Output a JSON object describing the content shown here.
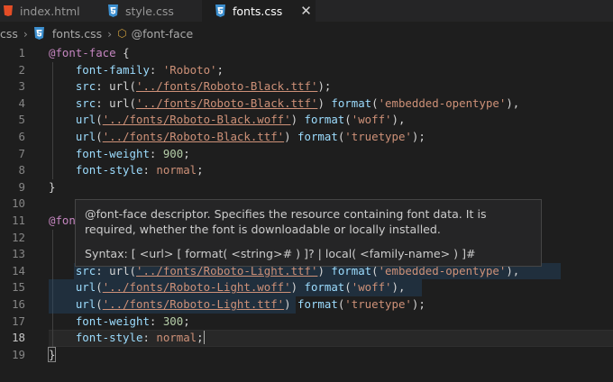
{
  "tabs": [
    {
      "label": "index.html",
      "active": false,
      "icon": "html5-icon"
    },
    {
      "label": "style.css",
      "active": false,
      "icon": "css3-icon"
    },
    {
      "label": "fonts.css",
      "active": true,
      "icon": "css3-icon"
    }
  ],
  "breadcrumb": {
    "folder": "css",
    "file": "fonts.css",
    "symbol": "@font-face"
  },
  "line_numbers": [
    "1",
    "2",
    "3",
    "4",
    "5",
    "6",
    "7",
    "8",
    "9",
    "10",
    "11",
    "12",
    "13",
    "14",
    "15",
    "16",
    "17",
    "18",
    "19"
  ],
  "current_line": "18",
  "code_lines": [
    [
      "@font-face",
      " {"
    ],
    [
      "font-family",
      ": ",
      "'Roboto'",
      ";"
    ],
    [
      "src",
      ": ",
      "url",
      "(",
      "'../fonts/Roboto-Black.ttf'",
      ");"
    ],
    [
      "src",
      ": ",
      "url",
      "(",
      "'../fonts/Roboto-Black.ttf'",
      ") ",
      "format",
      "(",
      "'embedded-opentype'",
      "),"
    ],
    [
      "url",
      "(",
      "'../fonts/Roboto-Black.woff'",
      ") ",
      "format",
      "(",
      "'woff'",
      "),"
    ],
    [
      "url",
      "(",
      "'../fonts/Roboto-Black.ttf'",
      ") ",
      "format",
      "(",
      "'truetype'",
      ");"
    ],
    [
      "font-weight",
      ": ",
      "900",
      ";"
    ],
    [
      "font-style",
      ": ",
      "normal",
      ";"
    ],
    [
      "}"
    ],
    [
      ""
    ],
    [
      "@fon"
    ],
    [
      ""
    ],
    [
      ""
    ],
    [
      "src",
      ": ",
      "url",
      "(",
      "'../fonts/Roboto-Light.ttf'",
      ") ",
      "format",
      "(",
      "'embedded-opentype'",
      "),"
    ],
    [
      "url",
      "(",
      "'../fonts/Roboto-Light.woff'",
      ") ",
      "format",
      "(",
      "'woff'",
      "),"
    ],
    [
      "url",
      "(",
      "'../fonts/Roboto-Light.ttf'",
      ") ",
      "format",
      "(",
      "'truetype'",
      ");"
    ],
    [
      "font-weight",
      ": ",
      "300",
      ";"
    ],
    [
      "font-style",
      ": ",
      "normal",
      ";"
    ],
    [
      "}"
    ]
  ],
  "hover": {
    "description": "@font-face descriptor. Specifies the resource containing font data. It is required, whether the font is downloadable or locally installed.",
    "syntax": "Syntax: [ <url> [ format( <string># ) ]? | local( <family-name> ) ]#"
  },
  "colors": {
    "background": "#1e1e1e",
    "at_rule": "#c586c0",
    "property": "#9cdcfe",
    "string": "#ce9178",
    "number": "#b5cea8",
    "function": "#dcdcaa"
  }
}
